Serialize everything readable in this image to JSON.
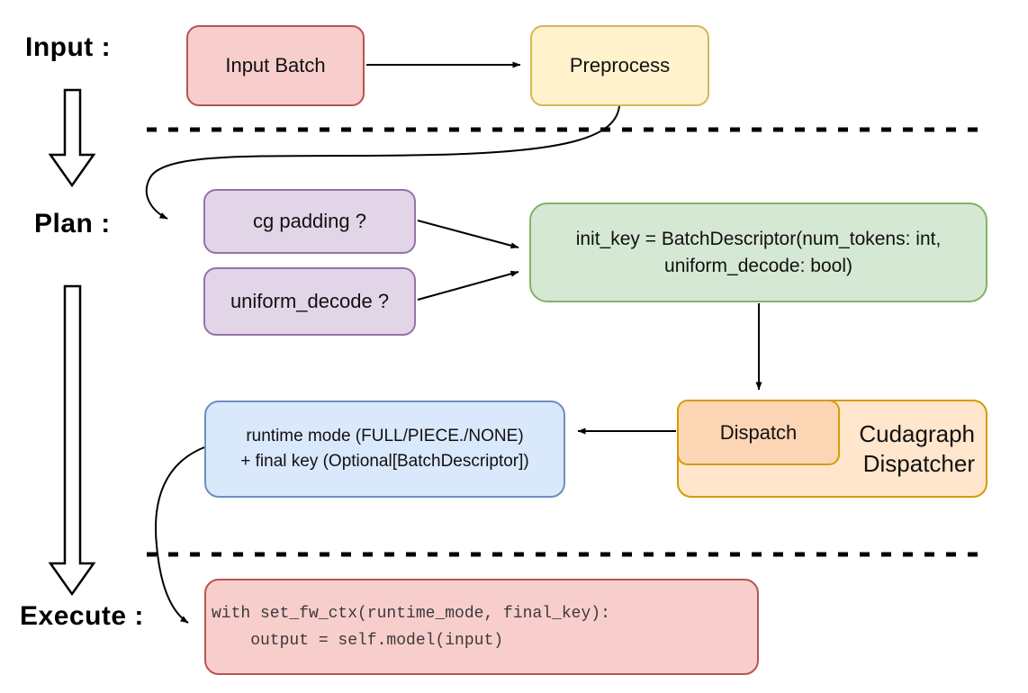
{
  "sections": {
    "input": "Input :",
    "plan": "Plan :",
    "execute": "Execute :"
  },
  "nodes": {
    "input_batch": "Input Batch",
    "preprocess": "Preprocess",
    "cg_padding": "cg padding ?",
    "uniform_decode": "uniform_decode ?",
    "init_key": {
      "line1": "init_key = BatchDescriptor(num_tokens: int,",
      "line2": "uniform_decode: bool)"
    },
    "dispatch": "Dispatch",
    "cudagraph_dispatcher": {
      "line1": "Cudagraph",
      "line2": "Dispatcher"
    },
    "runtime_mode": {
      "line1": "runtime mode (FULL/PIECE./NONE)",
      "line2": "+ final key (Optional[BatchDescriptor])"
    },
    "execute_code": {
      "line1": "with set_fw_ctx(runtime_mode, final_key):",
      "line2": "    output = self.model(input)"
    }
  },
  "palette": {
    "red_fill": "#f8cecc",
    "red_border": "#b85450",
    "yellow_fill": "#fff2cc",
    "yellow_border": "#d6b656",
    "purple_fill": "#e1d5e7",
    "purple_border": "#9673a6",
    "green_fill": "#d5e8d4",
    "green_border": "#82b366",
    "blue_fill": "#dae8fc",
    "blue_border": "#6c8ebf",
    "orange_fill": "#ffe6cc",
    "orange_border": "#d79b00",
    "dispatch_fill": "#fcd5b4",
    "connector_color": "#000000"
  }
}
